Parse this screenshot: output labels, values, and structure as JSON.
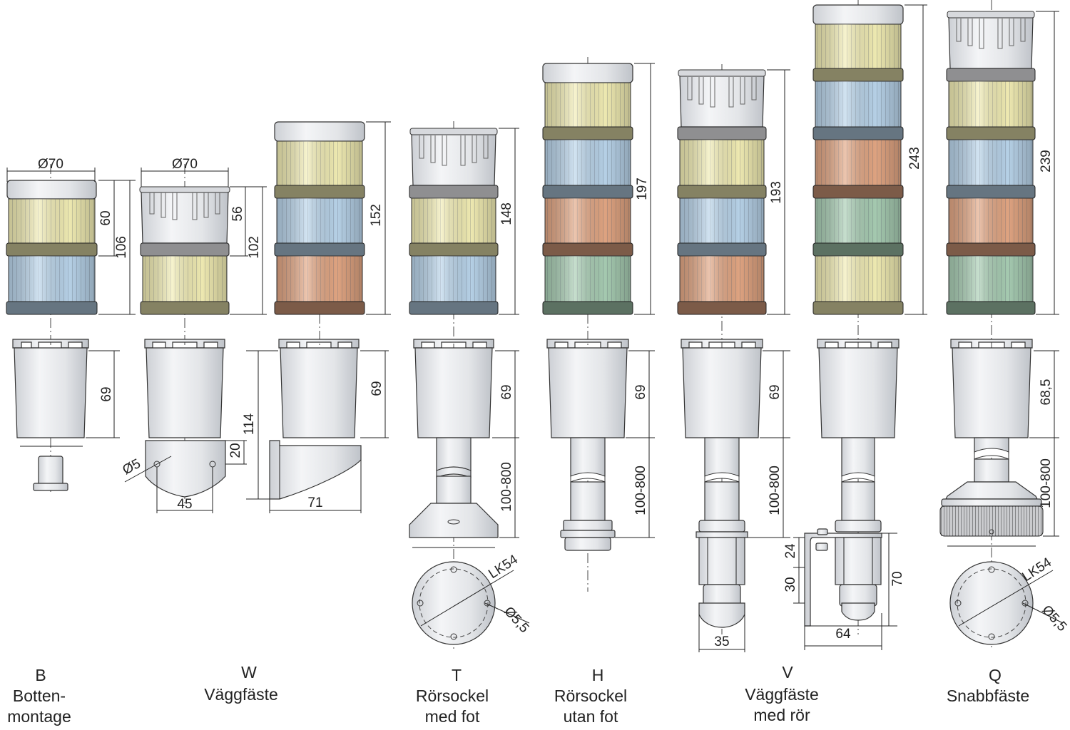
{
  "colors": {
    "yellow": "#f2edb4",
    "blue": "#b9d4ea",
    "orange": "#e2a683",
    "green": "#a8cdb3",
    "grey": "#e6e7ea",
    "ring_dark": "#4a4f57"
  },
  "dimensions": {
    "b_dia": "Ø70",
    "b_h60": "60",
    "b_h106": "106",
    "b_h69": "69",
    "w_dia": "Ø70",
    "w_h56": "56",
    "w_h102": "102",
    "w_h5": "Ø5",
    "w_h20": "20",
    "w_w45": "45",
    "a_h152": "152",
    "a_h69": "69",
    "a_h114": "114",
    "a_w71": "71",
    "t_h148": "148",
    "t_h69": "69",
    "t_h100": "100-800",
    "t_lk": "LK54",
    "t_d": "Ø5,5",
    "h_h197": "197",
    "h_h69": "69",
    "h_h100": "100-800",
    "v_h193": "193",
    "v_h69": "69",
    "v_h100": "100-800",
    "v_w35": "35",
    "x_h243": "243",
    "x_h24": "24",
    "x_h30": "30",
    "x_h70": "70",
    "x_w64": "64",
    "q_h239": "239",
    "q_h685": "68,5",
    "q_h100": "100-800",
    "q_lk": "LK54",
    "q_d": "Ø5,5"
  },
  "captions": [
    {
      "code": "B",
      "line1": "Botten-",
      "line2": "montage"
    },
    {
      "code": "W",
      "line1": "Väggfäste",
      "line2": ""
    },
    {
      "code": "T",
      "line1": "Rörsockel",
      "line2": "med fot"
    },
    {
      "code": "H",
      "line1": "Rörsockel",
      "line2": "utan fot"
    },
    {
      "code": "V",
      "line1": "Väggfäste",
      "line2": "med rör"
    },
    {
      "code": "Q",
      "line1": "Snabbfäste",
      "line2": ""
    }
  ]
}
